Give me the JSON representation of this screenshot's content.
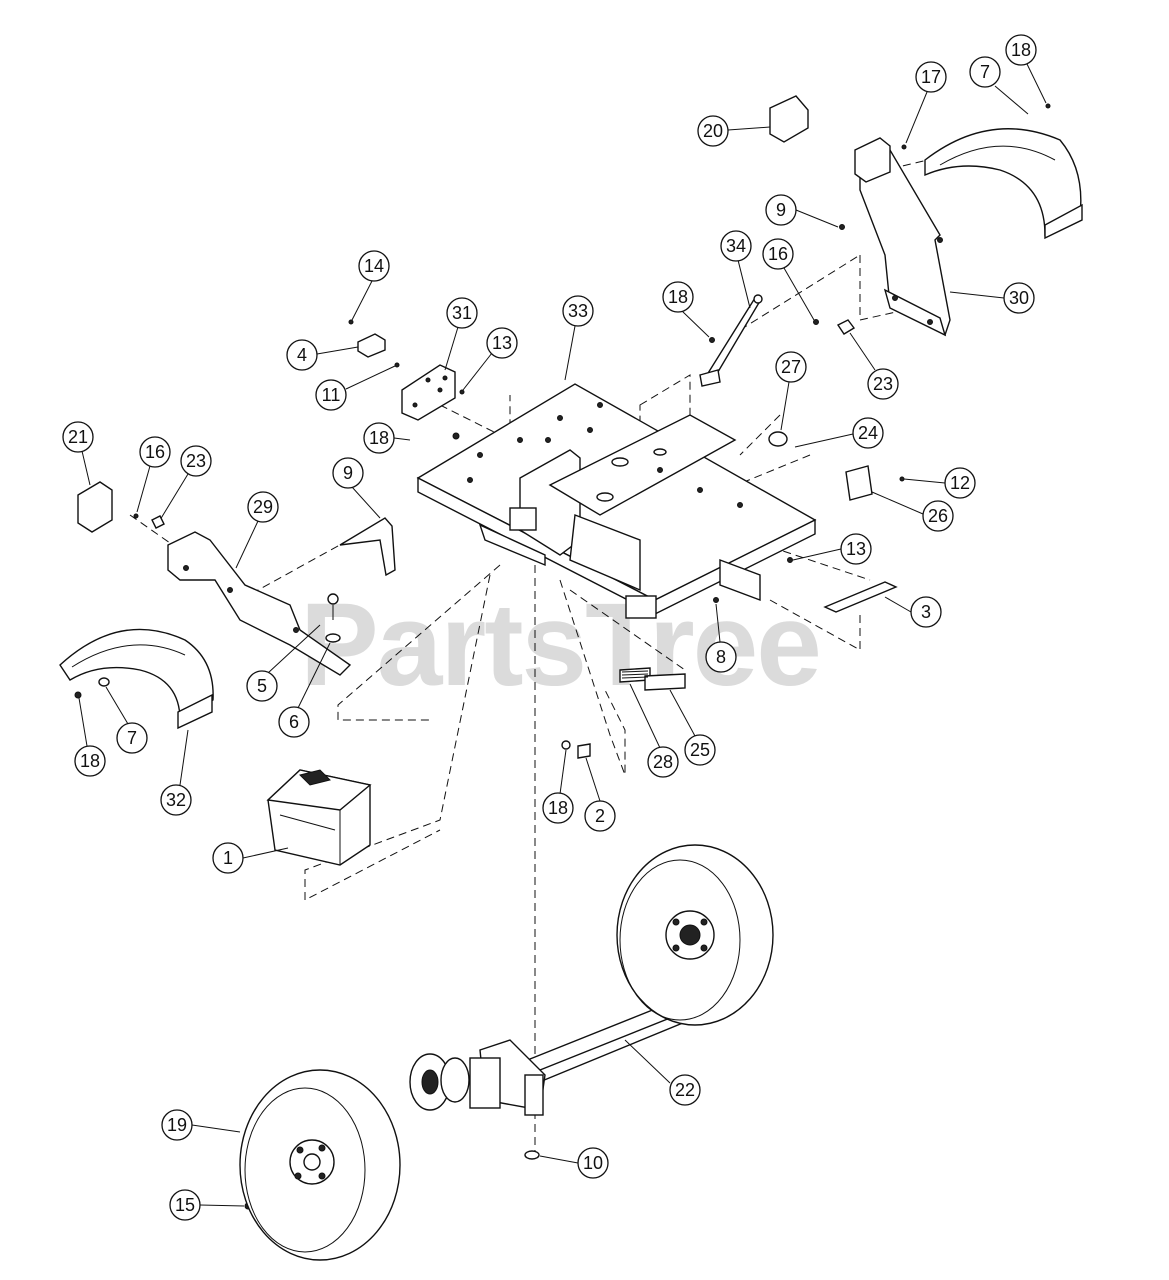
{
  "watermark": "PartsTree",
  "callouts": [
    "1",
    "2",
    "3",
    "4",
    "5",
    "6",
    "7",
    "7",
    "8",
    "9",
    "9",
    "10",
    "11",
    "12",
    "13",
    "13",
    "14",
    "15",
    "16",
    "16",
    "17",
    "18",
    "18",
    "18",
    "18",
    "18",
    "19",
    "20",
    "21",
    "22",
    "23",
    "23",
    "24",
    "25",
    "26",
    "27",
    "28",
    "29",
    "30",
    "31",
    "32",
    "33",
    "34"
  ]
}
